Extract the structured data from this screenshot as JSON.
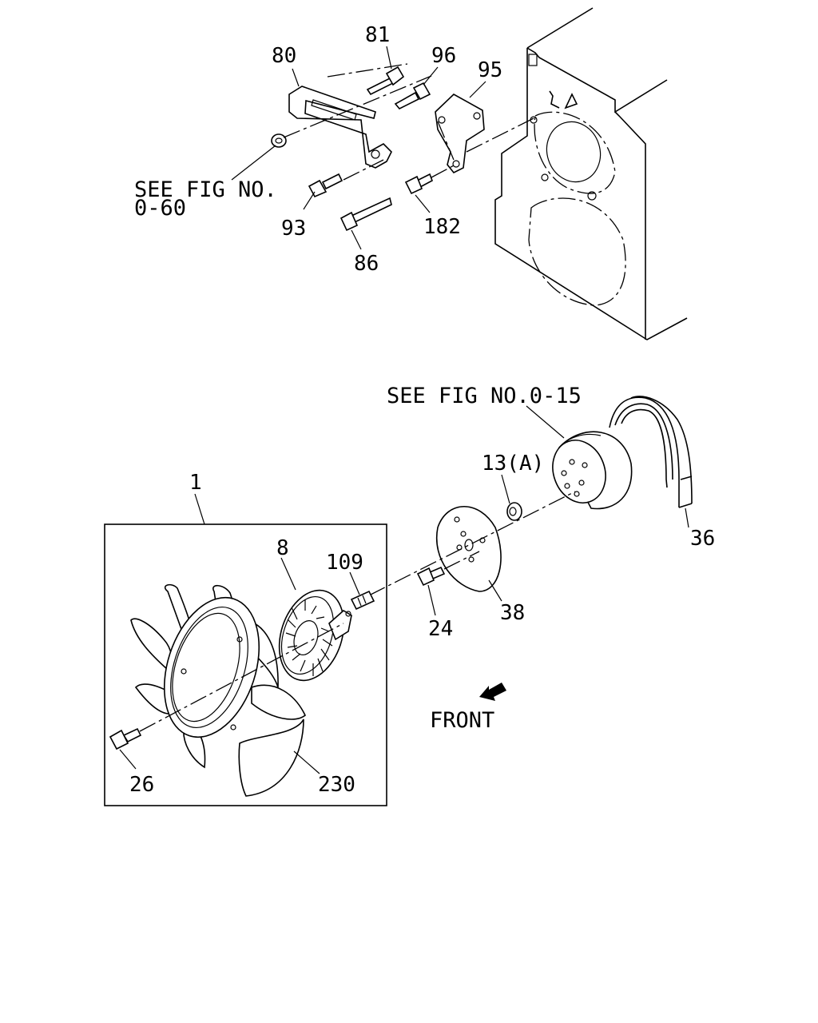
{
  "labels": {
    "p80": "80",
    "p81": "81",
    "p96": "96",
    "p95": "95",
    "p93": "93",
    "p86": "86",
    "p182": "182",
    "p1": "1",
    "p8": "8",
    "p109": "109",
    "p24": "24",
    "p38": "38",
    "p13a": "13(A)",
    "p36": "36",
    "p26": "26",
    "p230": "230"
  },
  "refs": {
    "fig_060_line1": "SEE FIG NO.",
    "fig_060_line2": "0-60",
    "fig_015": "SEE FIG NO.0-15"
  },
  "direction": {
    "front": "FRONT"
  },
  "icons": {
    "front_arrow": "arrow-down-left-icon"
  }
}
